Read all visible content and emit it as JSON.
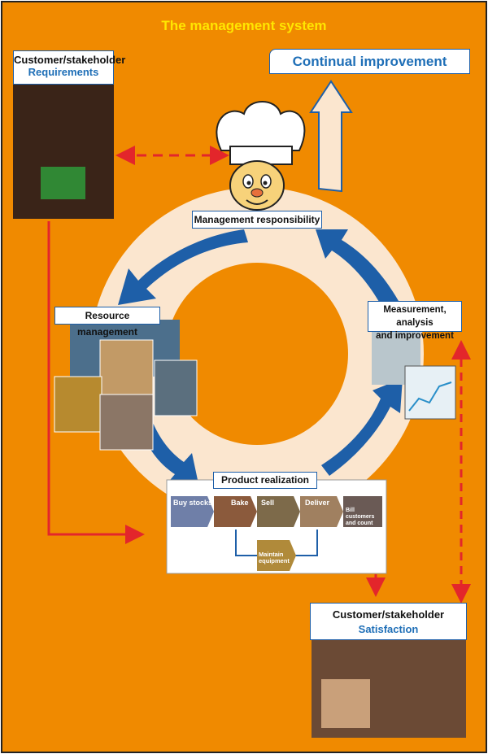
{
  "title": "The management system",
  "requirements_box": {
    "line1": "Customer/stakeholder",
    "line2": "Requirements"
  },
  "continual_improvement": "Continual improvement",
  "management_responsibility": "Management responsibility",
  "resource_management": "Resource management",
  "measurement": {
    "line1": "Measurement, analysis",
    "line2": "and improvement"
  },
  "product_realization": {
    "label": "Product realization",
    "steps": [
      "Buy stocks",
      "Bake",
      "Sell",
      "Deliver",
      "Bill customers and count money"
    ],
    "maintain": "Maintain equipment"
  },
  "satisfaction_box": {
    "line1": "Customer/stakeholder",
    "line2": "Satisfaction"
  },
  "colors": {
    "background": "#f08a00",
    "ring": "#fbe6cf",
    "arrow_blue": "#1e5fa8",
    "link_red": "#e3262b",
    "title_yellow": "#ffe600"
  }
}
